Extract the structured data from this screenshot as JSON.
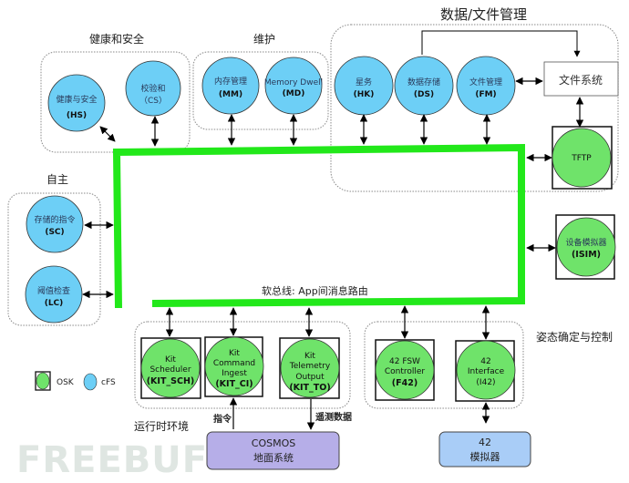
{
  "groups": {
    "health_safety": {
      "title": "健康和安全"
    },
    "maintenance": {
      "title": "维护"
    },
    "data_file_mgmt": {
      "title": "数据/文件管理"
    },
    "autonomy": {
      "title": "自主"
    },
    "runtime": {
      "title": "运行时环境"
    },
    "attitude": {
      "title": "姿态确定与控制"
    }
  },
  "nodes": {
    "hs": {
      "name": "健康与安全",
      "abbr": "(HS)",
      "type": "cFS"
    },
    "cs": {
      "name": "校验和",
      "abbr": "（CS）",
      "type": "cFS"
    },
    "mm": {
      "name": "内存管理",
      "abbr": "(MM)",
      "type": "cFS"
    },
    "md": {
      "name": "Memory Dwell",
      "abbr": "(MD)",
      "type": "cFS"
    },
    "hk": {
      "name": "星务",
      "abbr": "(HK)",
      "type": "cFS"
    },
    "ds": {
      "name": "数据存储",
      "abbr": "(DS)",
      "type": "cFS"
    },
    "fm": {
      "name": "文件管理",
      "abbr": "(FM)",
      "type": "cFS"
    },
    "filesystem": {
      "name": "文件系统"
    },
    "tftp": {
      "name": "TFTP",
      "type": "OSK"
    },
    "isim": {
      "name": "设备模拟器",
      "abbr": "(ISIM)",
      "type": "OSK"
    },
    "sc": {
      "name": "存储的指令",
      "abbr": "(SC)",
      "type": "cFS"
    },
    "lc": {
      "name": "阈值检查",
      "abbr": "(LC)",
      "type": "cFS"
    },
    "kit_sch": {
      "line1": "Kit",
      "line2": "Scheduler",
      "abbr": "(KIT_SCH)",
      "type": "OSK"
    },
    "kit_ci": {
      "line1": "Kit",
      "line2": "Command",
      "line3": "Ingest",
      "abbr": "(KIT_CI)",
      "type": "OSK"
    },
    "kit_to": {
      "line1": "Kit",
      "line2": "Telemetry",
      "line3": "Output",
      "abbr": "(KIT_TO)",
      "type": "OSK"
    },
    "f42": {
      "line1": "42 FSW",
      "line2": "Controller",
      "abbr": "(F42)",
      "type": "OSK"
    },
    "i42": {
      "line1": "42",
      "line2": "Interface",
      "abbr": "(I42)",
      "type": "OSK"
    }
  },
  "bus": {
    "label": "软总线: App间消息路由"
  },
  "ground": {
    "line1": "COSMOS",
    "line2": "地面系统"
  },
  "simulator": {
    "line1": "42",
    "line2": "模拟器"
  },
  "flows": {
    "command": "指令",
    "telemetry": "遥测数据"
  },
  "legend": {
    "osk": "OSK",
    "cfs": "cFS"
  },
  "watermark": {
    "text": "FREEBUF"
  },
  "colors": {
    "cfs_fill": "#6dcff6",
    "osk_fill": "#6fe36a",
    "bus": "#22e81a",
    "ground_fill": "#b6aee8",
    "simulator_fill": "#a9cdf7"
  }
}
